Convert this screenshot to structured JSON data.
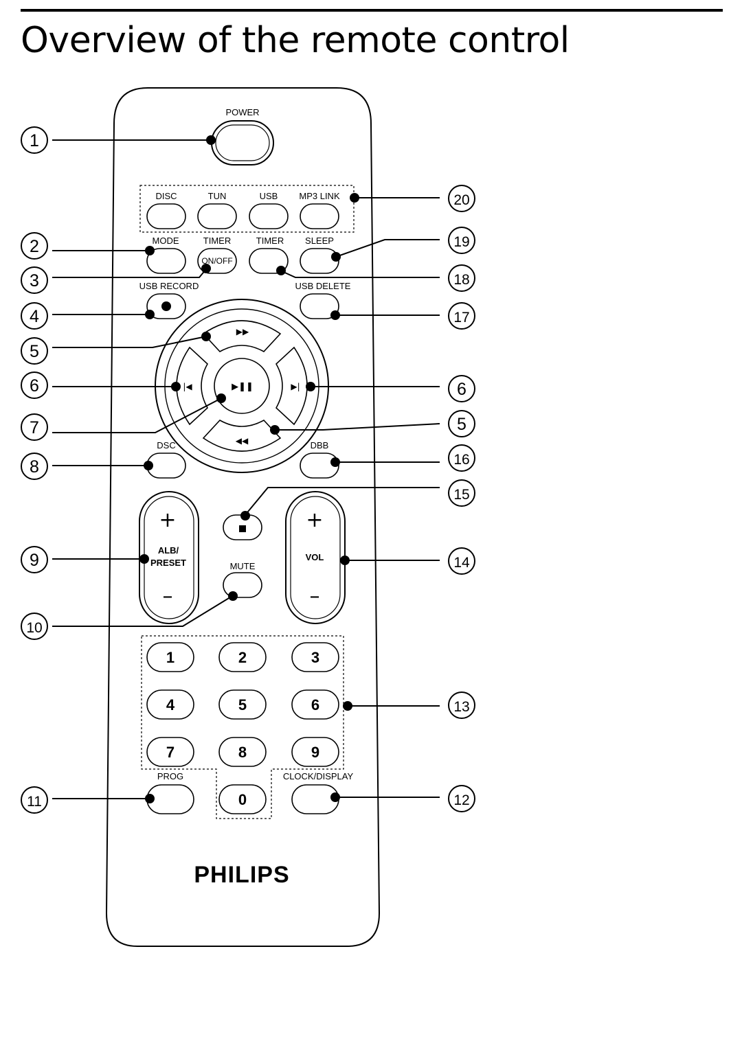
{
  "page": {
    "title": "Overview of the remote control"
  },
  "remote": {
    "brand": "PHILIPS",
    "labels": {
      "power": "POWER",
      "disc": "DISC",
      "tun": "TUN",
      "usb": "USB",
      "mp3link": "MP3 LINK",
      "mode": "MODE",
      "timer1": "TIMER",
      "timer_onoff": "ON/OFF",
      "timer2": "TIMER",
      "sleep": "SLEEP",
      "usb_record": "USB RECORD",
      "usb_delete": "USB DELETE",
      "dsc": "DSC",
      "dbb": "DBB",
      "alb1": "ALB/",
      "alb2": "PRESET",
      "vol": "VOL",
      "mute": "MUTE",
      "prog": "PROG",
      "clock": "CLOCK/DISPLAY",
      "plus": "+",
      "minus": "–"
    },
    "keypad": [
      "1",
      "2",
      "3",
      "4",
      "5",
      "6",
      "7",
      "8",
      "9",
      "0"
    ]
  },
  "callouts": [
    "1",
    "2",
    "3",
    "4",
    "5",
    "6",
    "7",
    "8",
    "9",
    "10",
    "11",
    "12",
    "13",
    "14",
    "15",
    "16",
    "17",
    "18",
    "19",
    "20",
    "6",
    "5"
  ]
}
